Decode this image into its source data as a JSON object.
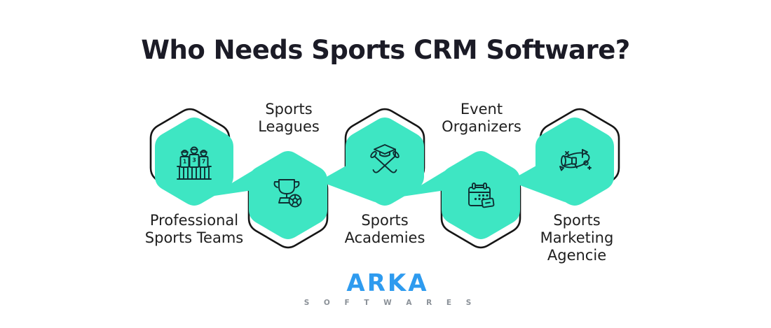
{
  "title": "Who Needs Sports CRM Software?",
  "colors": {
    "hexagon_fill": "#3EE6C3",
    "hexagon_outline": "#161616",
    "icon_stroke": "#0F2F33",
    "title_text": "#1B1B26",
    "label_text": "#1E1E1E",
    "logo_blue": "#2E9BEF",
    "logo_gray": "#8B9198",
    "background": "#FFFFFF"
  },
  "items": [
    {
      "label": "Professional Sports Teams",
      "lines": [
        "Professional",
        "Sports Teams"
      ],
      "icon": "sports-team-icon",
      "jersey_numbers": [
        "1",
        "3",
        "7"
      ]
    },
    {
      "label": "Sports Leagues",
      "lines": [
        "Sports",
        "Leagues"
      ],
      "icon": "trophy-soccer-ball-icon"
    },
    {
      "label": "Sports Academies",
      "lines": [
        "Sports",
        "Academies"
      ],
      "icon": "graduation-cap-golf-clubs-icon"
    },
    {
      "label": "Event Organizers",
      "lines": [
        "Event",
        "Organizers"
      ],
      "icon": "event-calendar-icon"
    },
    {
      "label": "Sports Marketing Agencie",
      "lines": [
        "Sports",
        "Marketing",
        "Agencie"
      ],
      "icon": "megaphone-marketing-icon"
    }
  ],
  "logo": {
    "name": "ARKA",
    "subtitle": "S O F T W A R E S"
  }
}
